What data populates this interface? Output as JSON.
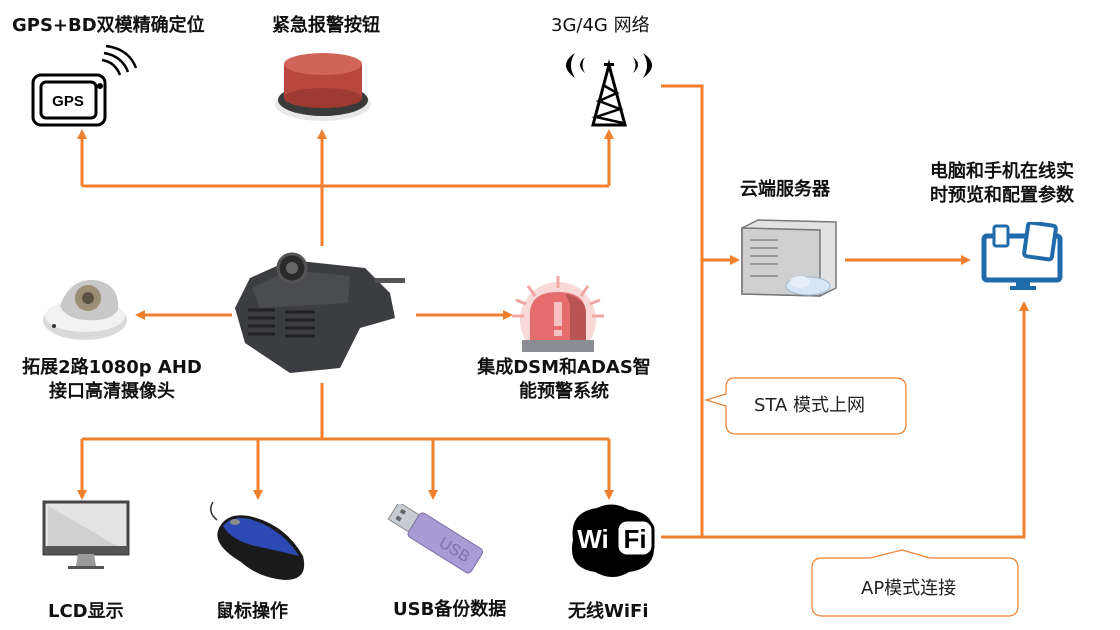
{
  "diagram": {
    "accent_color": "#F07F2E",
    "center_device": {
      "name": "dashcam-terminal"
    },
    "nodes": {
      "gps": {
        "label": "GPS+BD双模精确定位",
        "icon": "gps-icon",
        "icon_text": "GPS"
      },
      "alarm_button": {
        "label": "紧急报警按钮",
        "icon": "alarm-button-icon"
      },
      "network": {
        "label": "3G/4G 网络",
        "icon": "cell-tower-icon"
      },
      "cloud_server": {
        "label": "云端服务器",
        "icon": "server-icon"
      },
      "clients": {
        "label_line1": "电脑和手机在线实",
        "label_line2": "时预览和配置参数",
        "icon": "devices-icon"
      },
      "ahd_camera": {
        "label_line1": "拓展2路1080p AHD",
        "label_line2": "接口高清摄像头",
        "icon": "dome-camera-icon"
      },
      "dsm_adas": {
        "label_line1": "集成DSM和ADAS智",
        "label_line2": "能预警系统",
        "icon": "siren-icon"
      },
      "lcd": {
        "label": "LCD显示",
        "icon": "monitor-icon"
      },
      "mouse": {
        "label": "鼠标操作",
        "icon": "mouse-icon"
      },
      "usb": {
        "label": "USB备份数据",
        "icon": "usb-drive-icon",
        "icon_text": "USB"
      },
      "wifi": {
        "label": "无线WiFi",
        "icon": "wifi-icon",
        "icon_text_left": "Wi",
        "icon_text_right": "Fi"
      }
    },
    "callouts": {
      "sta": "STA 模式上网",
      "ap": "AP模式连接"
    }
  }
}
